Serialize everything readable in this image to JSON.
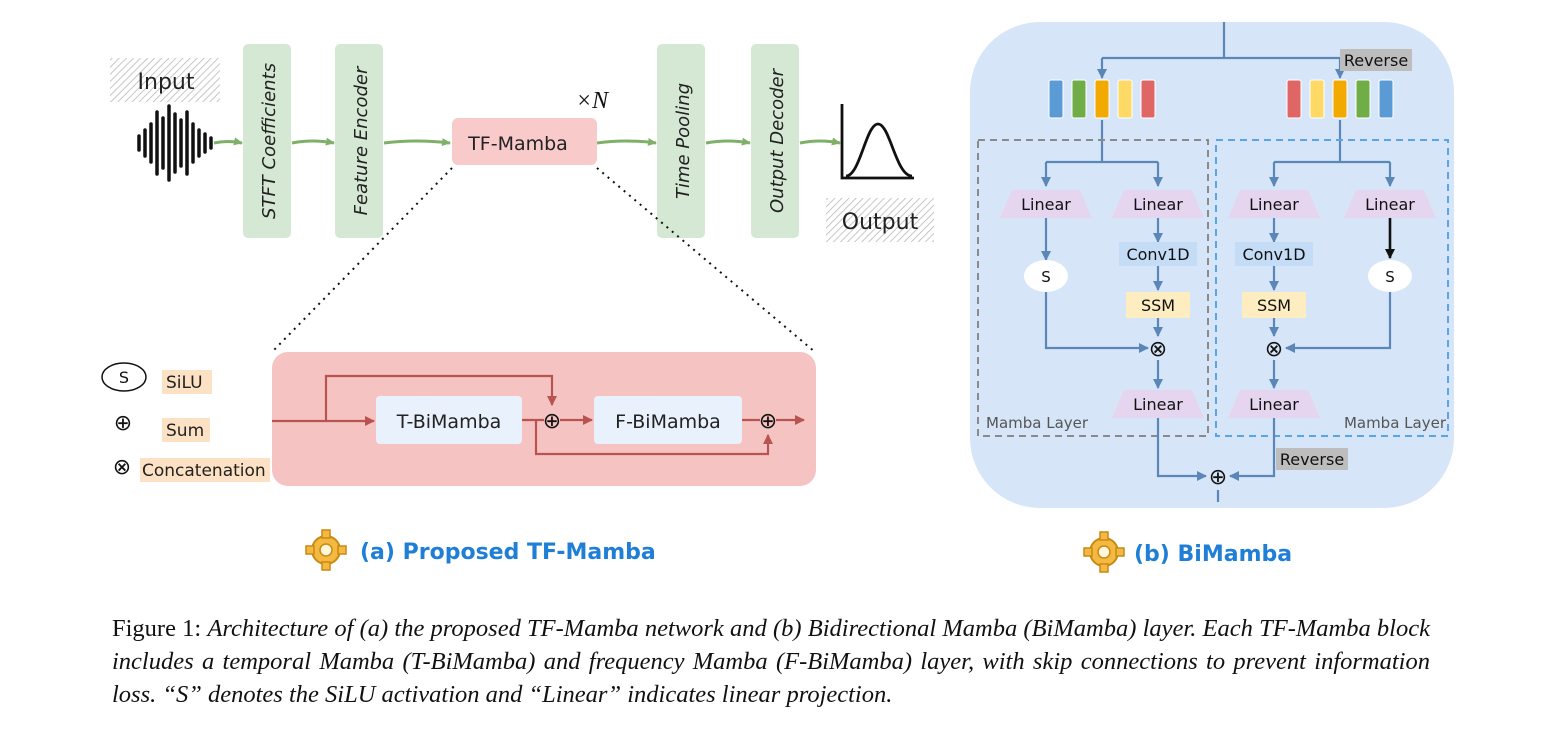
{
  "panel_a": {
    "title": "(a) Proposed TF-Mamba",
    "input_label": "Input",
    "output_label": "Output",
    "stft_label": "STFT Coefficients",
    "feature_encoder_label": "Feature Encoder",
    "tf_mamba_label": "TF-Mamba",
    "repeat_label": "×N",
    "time_pooling_label": "Time Pooling",
    "output_decoder_label": "Output Decoder",
    "t_bimamba_label": "T-BiMamba",
    "f_bimamba_label": "F-BiMamba",
    "legend": {
      "silu_symbol": "S",
      "silu_label": "SiLU",
      "sum_symbol": "⊕",
      "sum_label": "Sum",
      "concat_symbol": "⊗",
      "concat_label": "Concatenation"
    }
  },
  "panel_b": {
    "title": "(b) BiMamba",
    "reverse_top_label": "Reverse",
    "reverse_bottom_label": "Reverse",
    "left_layer": {
      "linear_a": "Linear",
      "linear_b": "Linear",
      "silu": "S",
      "conv": "Conv1D",
      "ssm": "SSM",
      "concat": "⊗",
      "linear_out": "Linear",
      "layer_label": "Mamba Layer"
    },
    "right_layer": {
      "linear_a": "Linear",
      "linear_b": "Linear",
      "silu": "S",
      "conv": "Conv1D",
      "ssm": "SSM",
      "concat": "⊗",
      "linear_out": "Linear",
      "layer_label": "Mamba Layer"
    },
    "sum_symbol": "⊕",
    "token_colors_left": [
      "#5b9bd5",
      "#70ad47",
      "#f2a900",
      "#ffd966",
      "#e06666"
    ],
    "token_colors_right": [
      "#e06666",
      "#ffd966",
      "#f2a900",
      "#70ad47",
      "#5b9bd5"
    ]
  },
  "caption": {
    "label": "Figure 1:",
    "text": "Architecture of (a) the proposed TF-Mamba network and (b) Bidirectional Mamba (BiMamba) layer. Each TF-Mamba block includes a temporal Mamba (T-BiMamba) and frequency Mamba (F-BiMamba) layer, with skip connections to prevent information loss. “S” denotes the SiLU activation and “Linear” indicates linear projection."
  },
  "colors": {
    "green_block": "#d5e8d4",
    "green_arrow": "#7fb069",
    "pink_block": "#f8caca",
    "red_arrow": "#b85450",
    "panel_blue": "#d6e6f8",
    "blue_arrow": "#5a87b8",
    "title_blue": "#1f7fd6",
    "label_orange": "#fde1c4"
  }
}
